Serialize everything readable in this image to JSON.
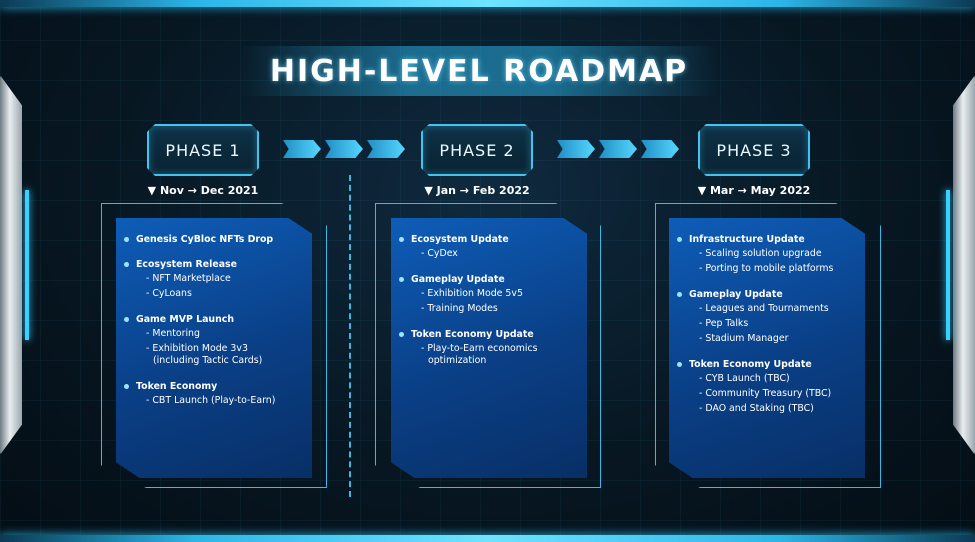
{
  "title": "HIGH-LEVEL ROADMAP",
  "colors": {
    "accent": "#43c3ef",
    "card": "#0e5db8",
    "background": "#071722"
  },
  "phases": [
    {
      "label": "PHASE 1",
      "date": "▼ Nov → Dec 2021",
      "sections": [
        {
          "title": "Genesis CyBloc NFTs Drop",
          "items": []
        },
        {
          "title": "Ecosystem Release",
          "items": [
            "NFT Marketplace",
            "CyLoans"
          ]
        },
        {
          "title": "Game MVP Launch",
          "items": [
            "Mentoring",
            "Exhibition Mode 3v3"
          ],
          "continuation": "(including Tactic Cards)"
        },
        {
          "title": "Token Economy",
          "items": [
            "CBT Launch (Play-to-Earn)"
          ]
        }
      ]
    },
    {
      "label": "PHASE 2",
      "date": "▼ Jan → Feb 2022",
      "sections": [
        {
          "title": "Ecosystem Update",
          "items": [
            "CyDex"
          ]
        },
        {
          "title": "Gameplay Update",
          "items": [
            "Exhibition Mode 5v5",
            "Training Modes"
          ]
        },
        {
          "title": "Token Economy Update",
          "items": [
            "Play-to-Earn economics"
          ],
          "continuation": "optimization"
        }
      ]
    },
    {
      "label": "PHASE 3",
      "date": "▼ Mar → May 2022",
      "sections": [
        {
          "title": "Infrastructure Update",
          "items": [
            "Scaling solution upgrade",
            "Porting to mobile platforms"
          ]
        },
        {
          "title": "Gameplay Update",
          "items": [
            "Leagues and Tournaments",
            "Pep Talks",
            "Stadium Manager"
          ]
        },
        {
          "title": "Token Economy Update",
          "items": [
            "CYB Launch (TBC)",
            "Community Treasury (TBC)",
            "DAO and Staking (TBC)"
          ]
        }
      ]
    }
  ]
}
